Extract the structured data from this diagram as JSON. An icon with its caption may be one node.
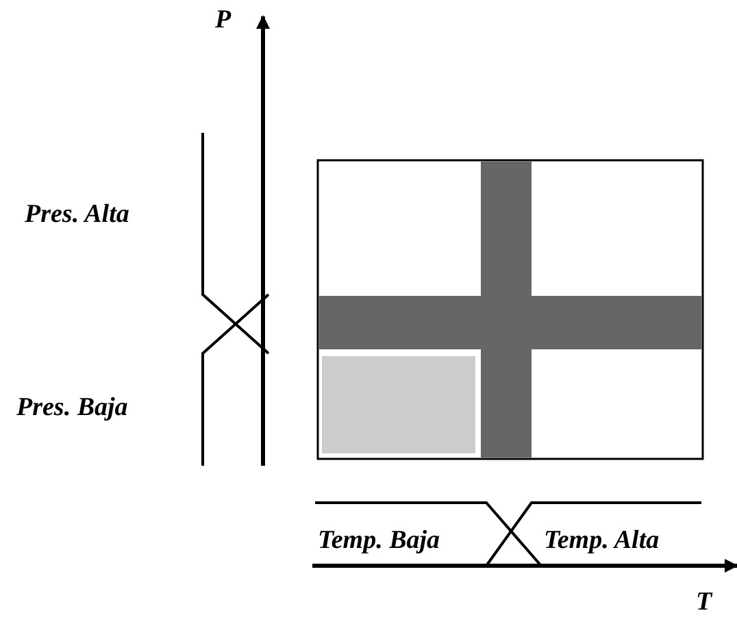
{
  "diagram": {
    "labels": [
      "P",
      "Pres. Alta",
      "Pres. Baja",
      "Temp. Baja",
      "Temp. Alta",
      "T"
    ]
  }
}
